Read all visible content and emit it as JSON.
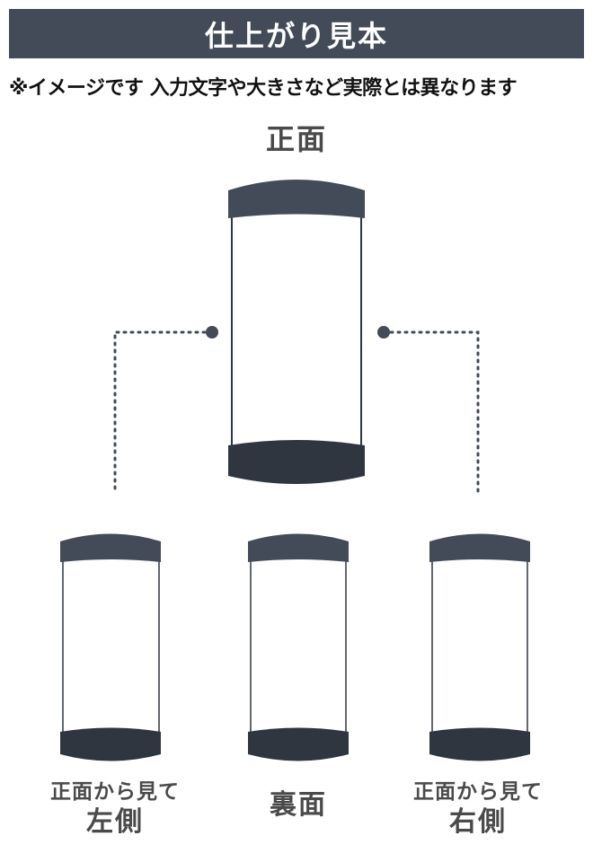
{
  "header": {
    "title": "仕上がり見本"
  },
  "notice": {
    "text": "※イメージです 入力文字や大きさなど実際とは異なります"
  },
  "views": {
    "front": "正面",
    "left": {
      "line1": "正面から見て",
      "line2": "左側"
    },
    "back": "裏面",
    "right": {
      "line1": "正面から見て",
      "line2": "右側"
    }
  },
  "colors": {
    "header_bg": "#424b57",
    "cap_dark": "#424b57",
    "base_dark": "#2f3640",
    "label_text": "#4a4a4a"
  }
}
